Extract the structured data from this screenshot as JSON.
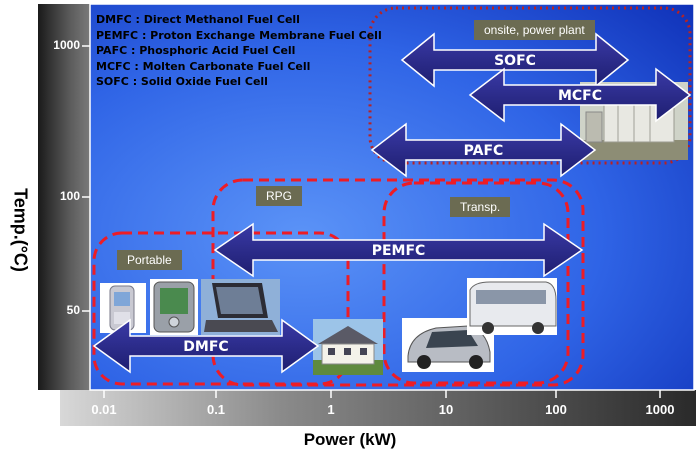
{
  "axes": {
    "y_label": "Temp.(°C)",
    "x_label": "Power (kW)",
    "y_ticks": [
      "1000",
      "100",
      "50"
    ],
    "x_ticks": [
      "0.01",
      "0.1",
      "1",
      "10",
      "100",
      "1000"
    ]
  },
  "definitions": [
    "DMFC : Direct Methanol Fuel Cell",
    "PEMFC : Proton Exchange Membrane Fuel Cell",
    "PAFC : Phosphoric Acid Fuel Cell",
    "MCFC : Molten Carbonate Fuel Cell",
    "SOFC : Solid Oxide Fuel Cell"
  ],
  "regions": {
    "onsite": "onsite, power plant",
    "rpg": "RPG",
    "transp": "Transp.",
    "portable": "Portable"
  },
  "fuel_cells": {
    "sofc": "SOFC",
    "mcfc": "MCFC",
    "pafc": "PAFC",
    "pemfc": "PEMFC",
    "dmfc": "DMFC"
  },
  "images": {
    "phone": "mobile-phone-image",
    "pda": "pda-image",
    "laptop": "laptop-image",
    "house": "house-image",
    "car": "car-image",
    "bus": "bus-image",
    "plant": "power-plant-image"
  },
  "colors": {
    "plot_bg_light": "#4f86f2",
    "plot_bg_dark": "#0a2bb8",
    "arrow_fill": "#2a2a8c",
    "dashed_red": "#e8202a",
    "dotted_red": "#b02020",
    "tag_bg": "#6b6b52"
  }
}
